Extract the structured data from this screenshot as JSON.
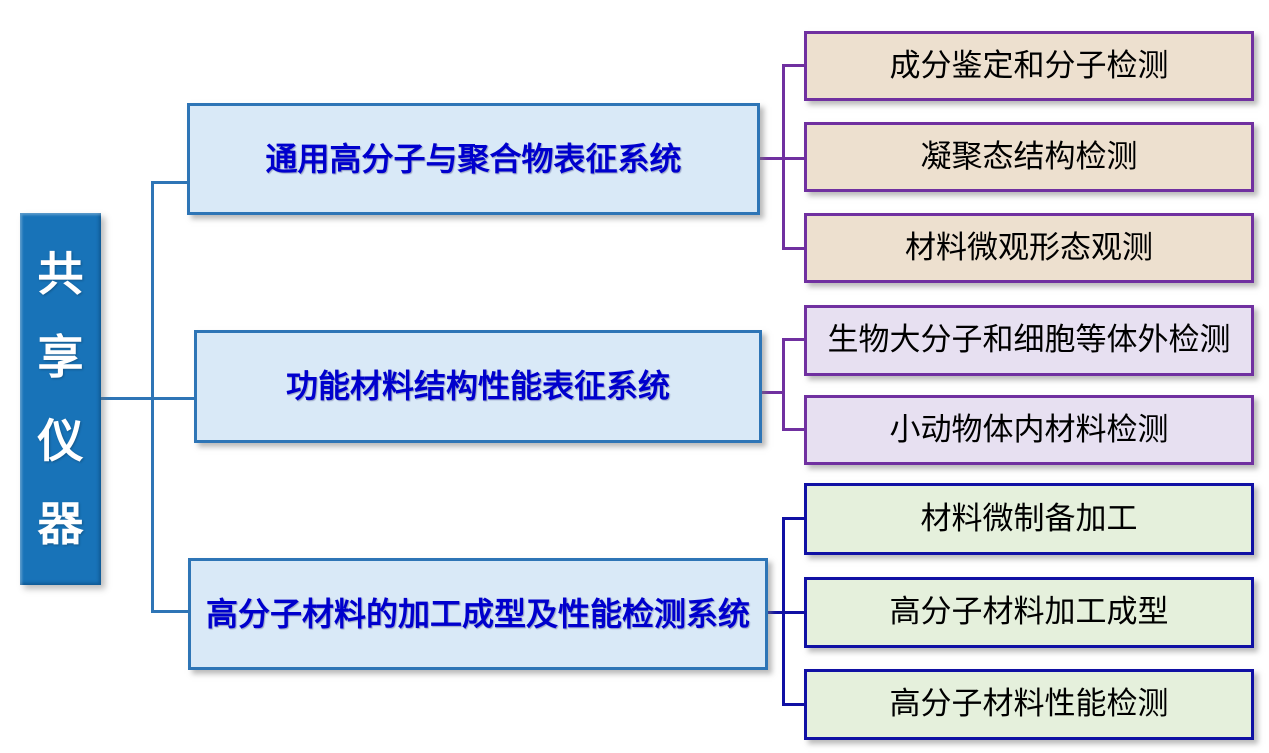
{
  "root": {
    "label": "共享仪器",
    "chars": [
      "共",
      "享",
      "仪",
      "器"
    ]
  },
  "systems": [
    {
      "label": "通用高分子与聚合物表征系统",
      "children": [
        {
          "label": "成分鉴定和分子检测"
        },
        {
          "label": "凝聚态结构检测"
        },
        {
          "label": "材料微观形态观测"
        }
      ]
    },
    {
      "label": "功能材料结构性能表征系统",
      "children": [
        {
          "label": "生物大分子和细胞等体外检测"
        },
        {
          "label": "小动物体内材料检测"
        }
      ]
    },
    {
      "label": "高分子材料的加工成型及性能检测系统",
      "children": [
        {
          "label": "材料微制备加工"
        },
        {
          "label": "高分子材料加工成型"
        },
        {
          "label": "高分子材料性能检测"
        }
      ]
    }
  ],
  "colors": {
    "root_fill": "#1873B8",
    "root_text": "#FFFFFF",
    "connector_blue": "#2E75B6",
    "system_fill": "#D9E9F7",
    "system_border": "#2E75B6",
    "system_text": "#0000CD",
    "group1_fill": "#EDE0CF",
    "group1_border": "#7030A0",
    "group2_fill": "#E7E0F1",
    "group2_border": "#7030A0",
    "group3_fill": "#E5F0DC",
    "group3_border": "#1010A4",
    "leaf_text": "#000000",
    "background": "#FFFFFF"
  }
}
